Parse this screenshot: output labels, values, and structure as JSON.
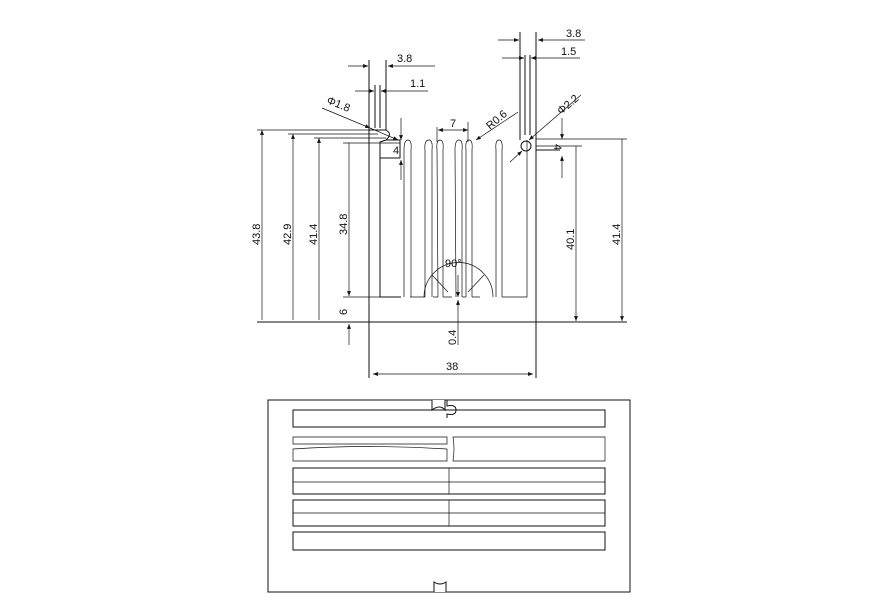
{
  "drawing": {
    "dimensions": {
      "top_left_width": "3.8",
      "top_left_inner": "1.1",
      "left_hole_dia": "Φ1.8",
      "top_right_width": "3.8",
      "top_right_inner": "1.5",
      "right_hole_dia": "Φ2.2",
      "fin_pitch": "7",
      "fin_radius": "R0.6",
      "left_slot_depth": "4",
      "right_slot_depth": "4",
      "height_total": "43.8",
      "height_2": "42.9",
      "height_left": "41.4",
      "fin_height": "34.8",
      "base_thickness": "6",
      "right_height_1": "40.1",
      "right_height_2": "41.4",
      "groove_angle": "90°",
      "groove_depth": "0.4",
      "overall_width": "38"
    },
    "colors": {
      "line": "#111111",
      "background": "#ffffff"
    }
  }
}
